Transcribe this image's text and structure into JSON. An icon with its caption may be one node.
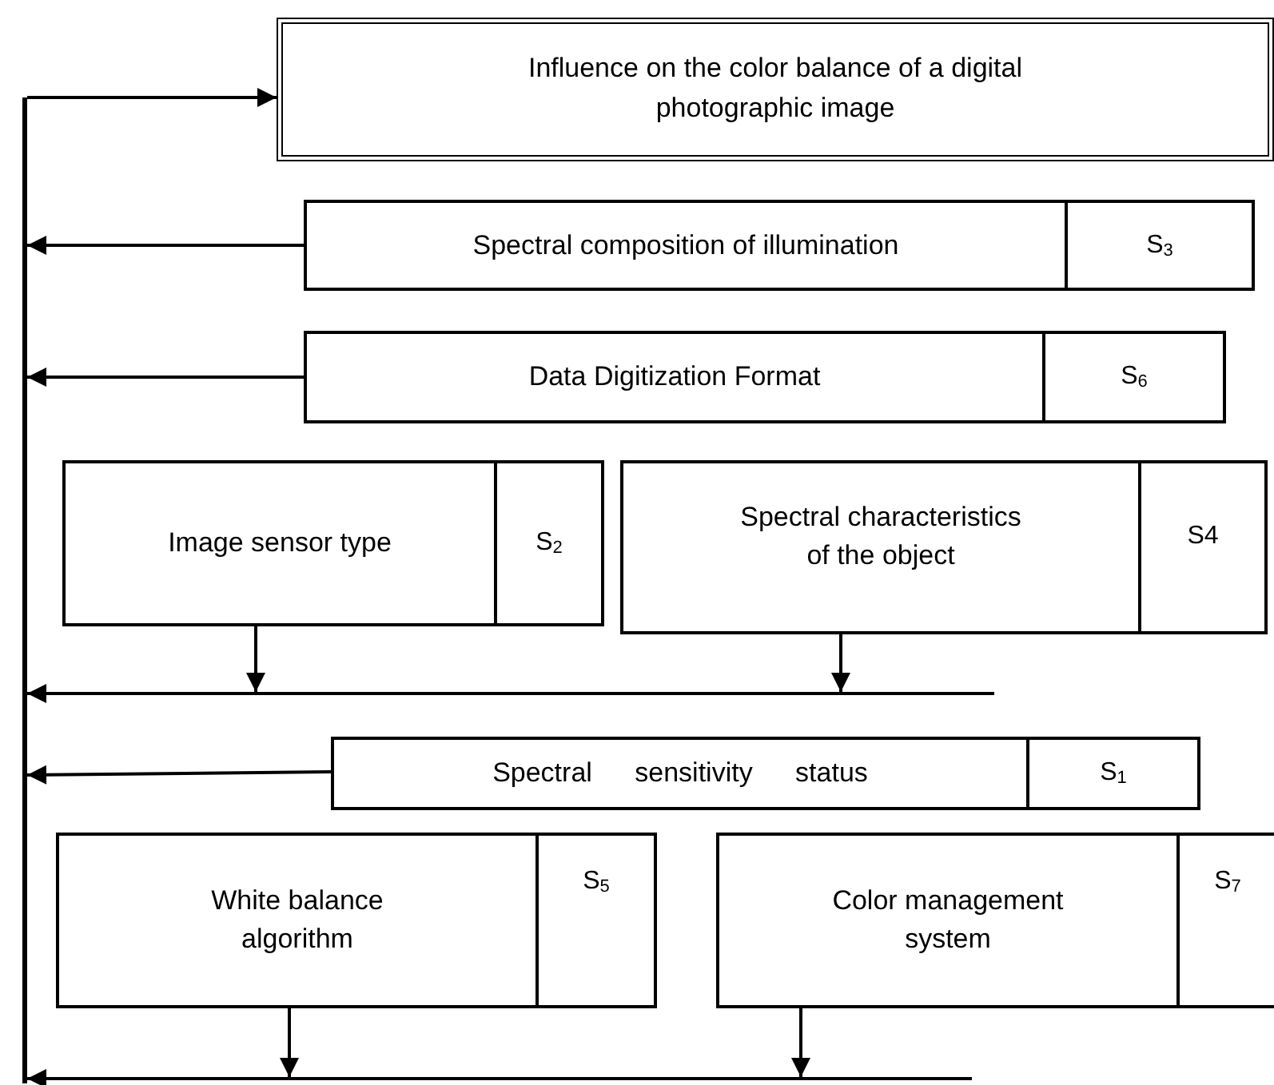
{
  "diagram": {
    "nodes": [
      {
        "text": [
          "Influence on the color balance of a digital photographic image"
        ]
      },
      {
        "text": [
          "Spectral composition of illumination",
          "S$_{3}$"
        ]
      },
      {
        "text": [
          "Data Digitization Format",
          "S$_{6}$"
        ]
      },
      {
        "text": [
          "Image sensor type",
          "S$_{2}$"
        ]
      },
      {
        "text": [
          "Spectral characteristics of the object",
          "S4"
        ]
      },
      {
        "text": [
          "Spectral sensitivity status",
          "S$_{1}$"
        ]
      },
      {
        "text": [
          "White balance algorithm",
          "S$_{5}$"
        ]
      },
      {
        "text": [
          "Color management system",
          "S$_{7}$"
        ]
      },
      {
        "text": [],
        "shape": "bar"
      },
      {
        "text": [],
        "shape": "bar"
      },
      {
        "text": [],
        "shape": "bar"
      }
    ],
    "edges": [
      {
        "from": 8,
        "to": 0,
        "arrow": "to"
      },
      {
        "from": 1,
        "to": 8,
        "arrow": "to"
      },
      {
        "from": 2,
        "to": 8,
        "arrow": "to"
      },
      {
        "from": 3,
        "to": 9,
        "arrow": "to"
      },
      {
        "from": 4,
        "to": 9,
        "arrow": "to"
      },
      {
        "from": 9,
        "to": 8,
        "arrow": "to"
      },
      {
        "from": 5,
        "to": 8,
        "arrow": "to"
      },
      {
        "from": 6,
        "to": 10,
        "arrow": "to"
      },
      {
        "from": 7,
        "to": 10,
        "arrow": "to"
      },
      {
        "from": 10,
        "to": 8,
        "arrow": "to"
      }
    ]
  }
}
